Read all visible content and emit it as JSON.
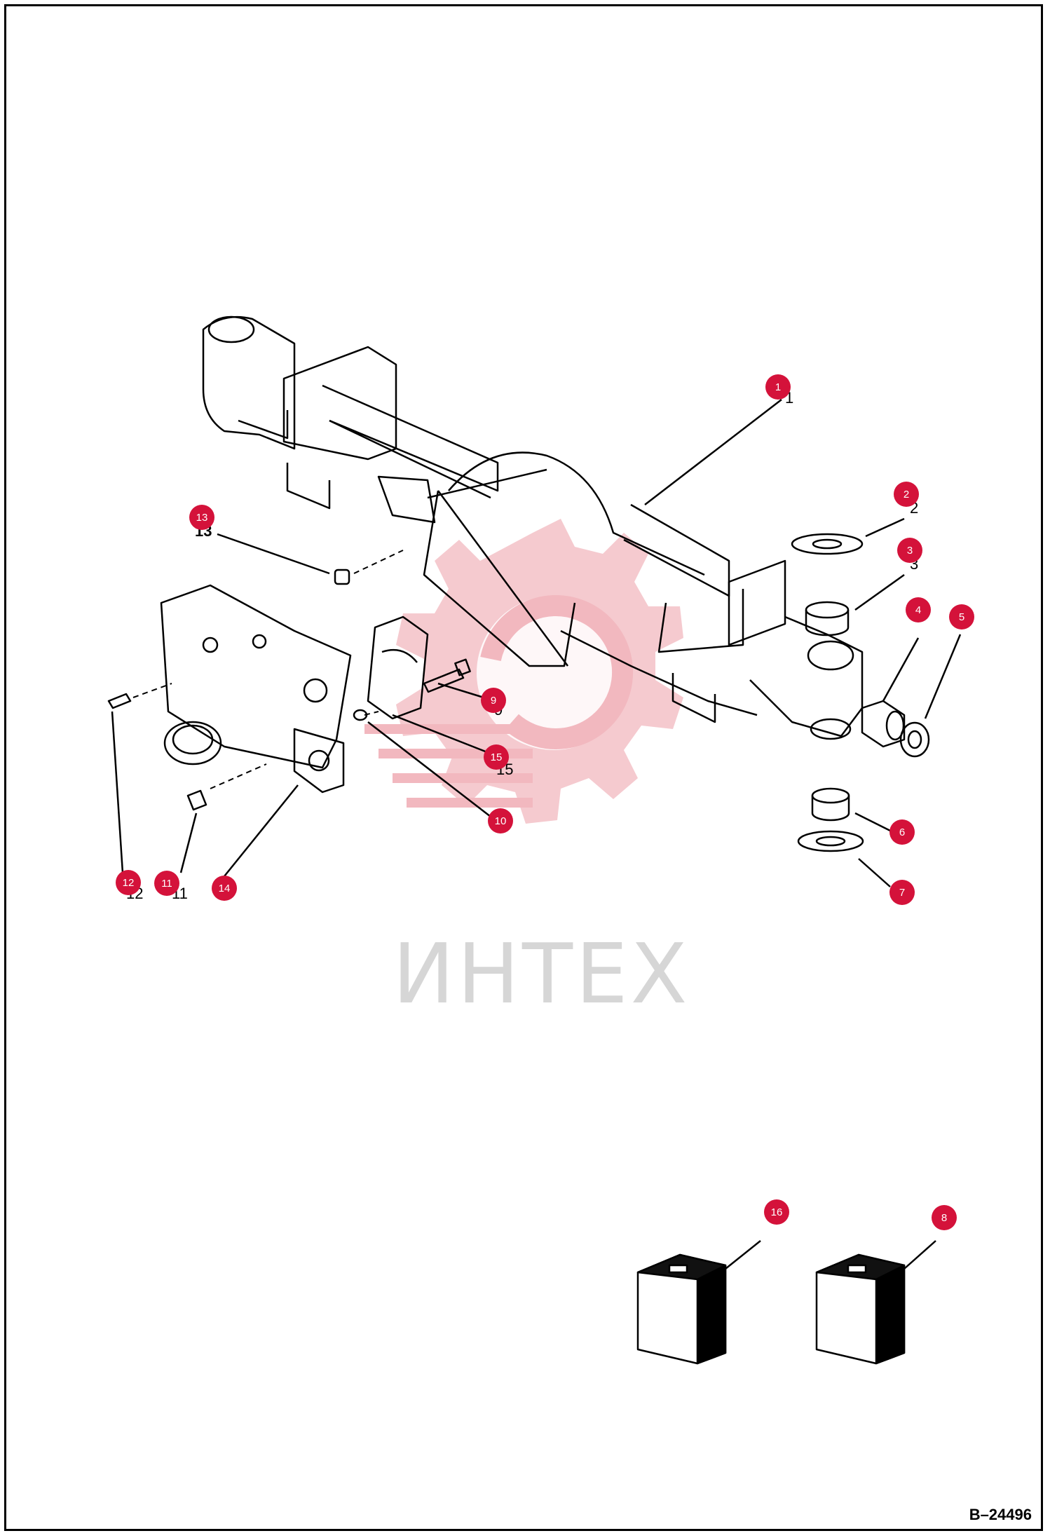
{
  "drawing_reference": "B–24496",
  "watermark": {
    "text": "ИНТЕХ",
    "logo_color": "#f2b8bf",
    "text_color": "#d6d6d6"
  },
  "accent_color": "#d4123a",
  "callouts": [
    {
      "label": "1"
    },
    {
      "label": "2"
    },
    {
      "label": "3"
    },
    {
      "label": "4"
    },
    {
      "label": "5"
    },
    {
      "label": "6"
    },
    {
      "label": "7"
    },
    {
      "label": "8"
    },
    {
      "label": "9"
    },
    {
      "label": "10"
    },
    {
      "label": "11"
    },
    {
      "label": "12"
    },
    {
      "label": "13"
    },
    {
      "label": "14"
    },
    {
      "label": "15"
    },
    {
      "label": "16"
    }
  ],
  "printed_numbers": {
    "n1": "1",
    "n2": "2",
    "n3": "3",
    "n9": "9",
    "n11": "11",
    "n12": "12",
    "n13": "13",
    "n15": "15"
  }
}
